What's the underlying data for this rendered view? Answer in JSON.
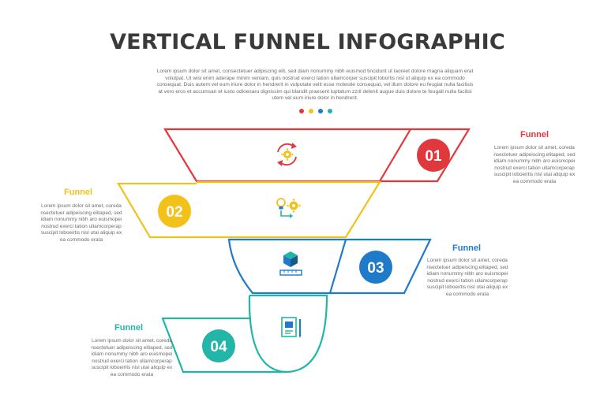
{
  "title": "VERTICAL FUNNEL INFOGRAPHIC",
  "intro": "Lorem ipsum dolor sit amet, consectetuer adipiscing elit, sed diam nonummy nibh euismod tincidunt ut laoreet dolore magna aliquam erat volutpat. Ut wisi enim aderape minim veniam, quis nostrud exerci tation ullamcorper suscipit lobortis nisl ut aliquip ex ea commodo consequat. Duis autem vel eum iriure dolor in hendrerit in vulputate velit esse molestie consequat, vel illum dolore eu feugiat nulla facilisis at vero eros et accumsan et iusto odioesaru dignissim qui blandit praesent luptatum zzril delenit augue duis dolore te feugait nulla facilisi utem vel eum iriure dolor in hendrerit.",
  "colors": {
    "red": "#e0383c",
    "yellow": "#f2c21b",
    "blue": "#1f7ac9",
    "teal": "#22b5a8",
    "title": "#3a3a3a"
  },
  "dots": [
    "#e0383c",
    "#f2c21b",
    "#1f7ac9",
    "#22b5a8"
  ],
  "steps": [
    {
      "number": "01",
      "title": "Funnel",
      "icon": "gear-cycle-icon",
      "color": "#e0383c",
      "text": "Lorem ipsum dolor sit amet, coreda nsectetuer adipeiscing elitaped, sed idiam nonummy nibh aro euismopei nostrud exerci tation ullamcorperap suscipit loboeirtis nisl utai aliquip ex ea commodo erata"
    },
    {
      "number": "02",
      "title": "Funnel",
      "icon": "lightbulb-gear-icon",
      "color": "#f2c21b",
      "text": "Lorem ipsum dolor sit amet, coreda nsectetuer adipeiscing elitaped, sed idiam nonummy nibh aro euismopei nostrud exerci tation ullamcorperap suscipit loboeirtis nisl utai aliquip ex ea commodo erata"
    },
    {
      "number": "03",
      "title": "Funnel",
      "icon": "cube-ruler-icon",
      "color": "#1f7ac9",
      "text": "Lorem ipsum dolor sit amet, coreda nsectetuer adipeiscing elitaped, sed idiam nonummy nibh aro euismopei nostrud exerci tation ullamcorperap suscipit loboeirtis nisl utai aliquip ex ea commodo erata"
    },
    {
      "number": "04",
      "title": "Funnel",
      "icon": "blueprint-icon",
      "color": "#22b5a8",
      "text": "Lorem ipsum dolor sit amet, coreda nsectetuer adipeiscing elitaped, sed idiam nonummy nibh aro euismopei nostrud exerci tation ullamcorperap suscipit loboeirtis nisl utai aliquip ex ea commodo erata"
    }
  ]
}
